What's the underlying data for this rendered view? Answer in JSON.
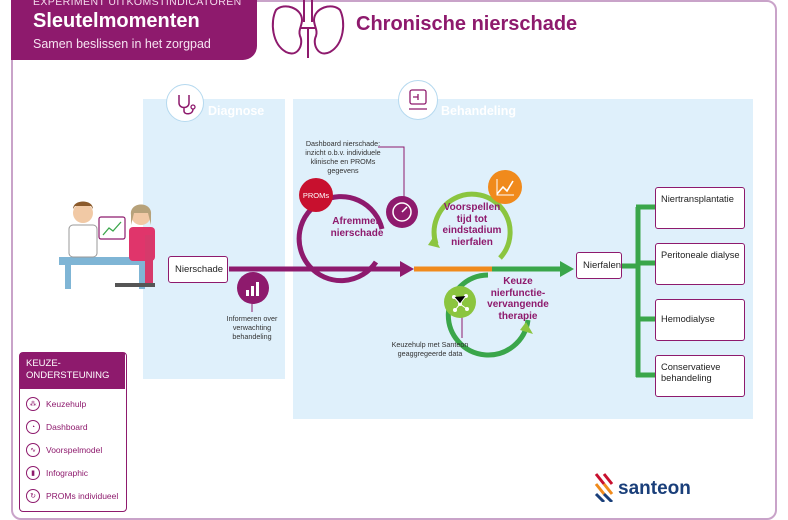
{
  "header": {
    "sup": "EXPERIMENT UITKOMSTINDICATOREN",
    "main": "Sleutelmomenten",
    "sub": "Samen beslissen in het zorgpad"
  },
  "title": "Chronische nierschade",
  "panels": {
    "diagnose": "Diagnose",
    "behandeling": "Behandeling"
  },
  "flow": {
    "start_box": "Nierschade",
    "end_box": "Nierfalen",
    "circles": {
      "afremmen": "Afremmen nierschade",
      "voorspellen": "Voorspellen tijd tot eindstadium nierfalen",
      "keuze": "Keuze nierfunctie-vervangende therapie"
    },
    "proms_badge": "PROMs"
  },
  "notes": {
    "dashboard": "Dashboard nierschade: inzicht o.b.v. individuele klinische en PROMs gegevens",
    "informeren": "Informeren over verwachting behandeling",
    "keuzehulp": "Keuzehulp met Santeon geaggregeerde data"
  },
  "options": [
    "Niertransplantatie",
    "Peritoneale dialyse",
    "Hemodialyse",
    "Conservatieve behandeling"
  ],
  "legend": {
    "title": "KEUZE-ONDERSTEUNING",
    "items": [
      "Keuzehulp",
      "Dashboard",
      "Voorspelmodel",
      "Infographic",
      "PROMs individueel"
    ]
  },
  "logo": "santeon",
  "colors": {
    "brand_purple": "#8e1a6d",
    "green": "#3aa64a",
    "orange": "#f08a1c",
    "panel_blue": "#dff0fb"
  }
}
